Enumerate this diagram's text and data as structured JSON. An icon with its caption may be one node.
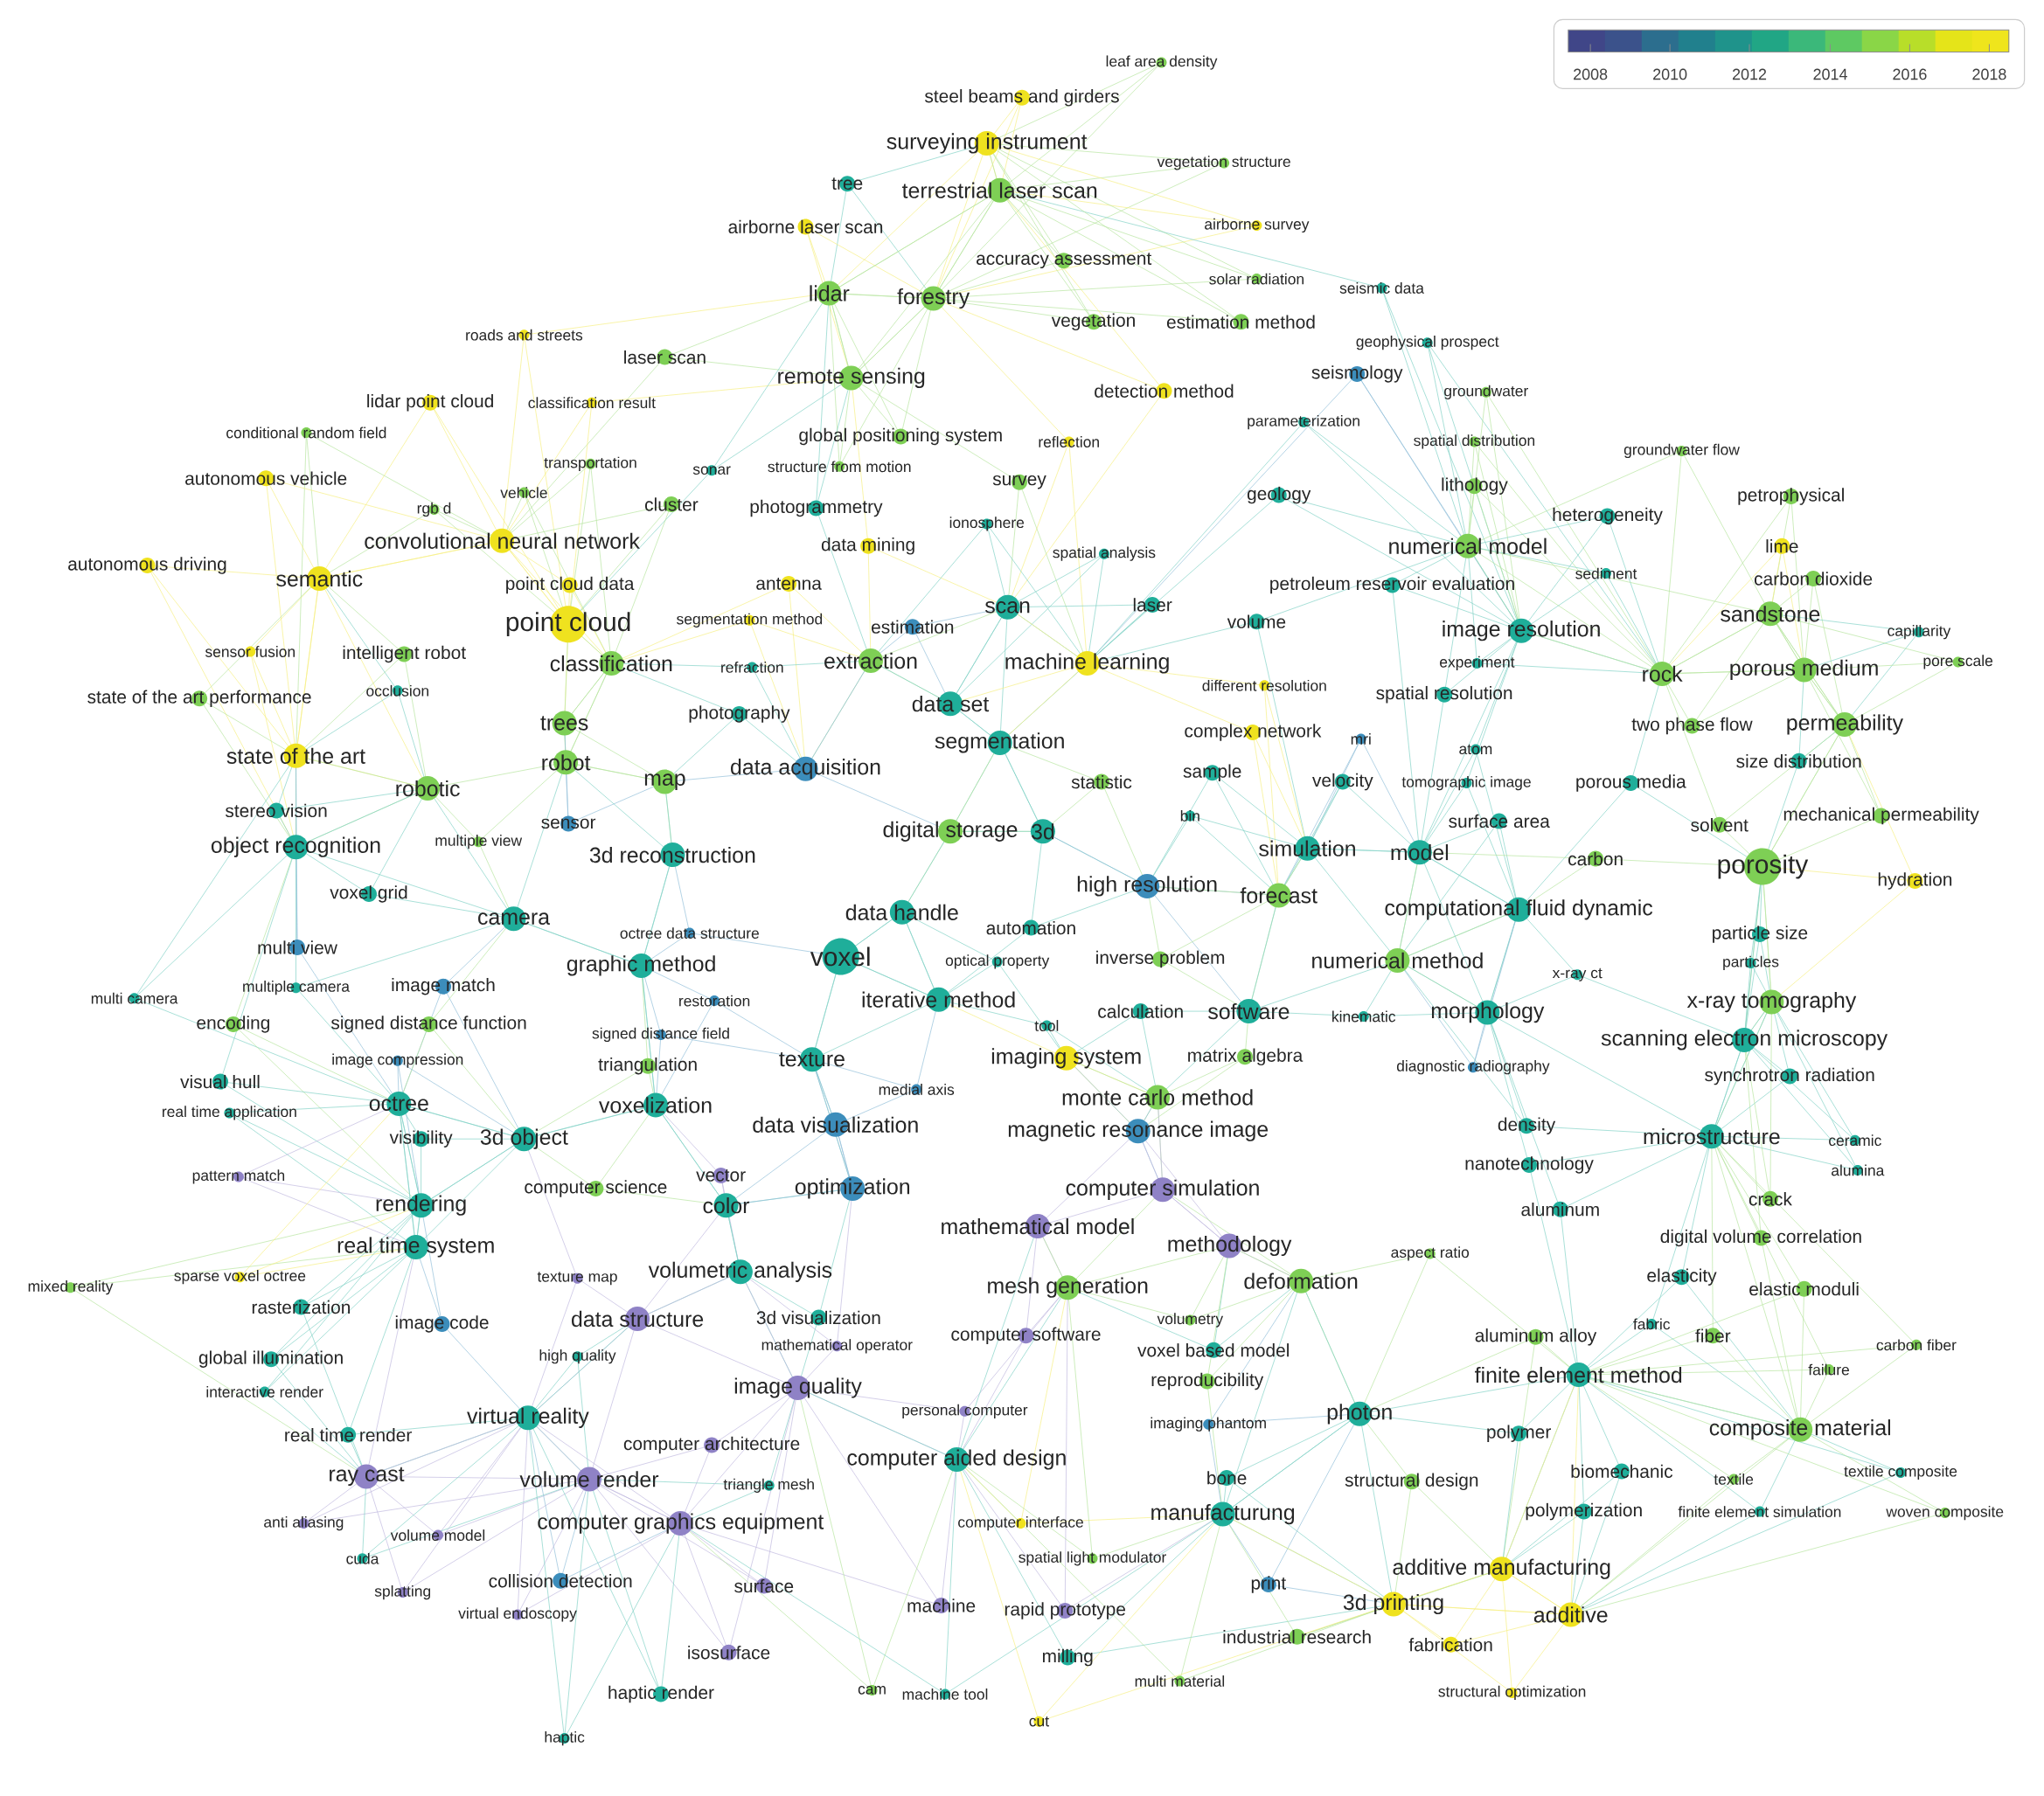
{
  "diagram": {
    "labels": [
      "leaf area density",
      "steel beams and girders",
      "surveying instrument",
      "vegetation structure",
      "tree",
      "terrestrial laser scan",
      "airborne laser scan",
      "airborne survey",
      "accuracy assessment",
      "lidar",
      "forestry",
      "solar radiation",
      "seismic data",
      "roads and streets",
      "laser scan",
      "vegetation",
      "estimation method",
      "geophysical prospect",
      "remote sensing",
      "detection method",
      "seismology",
      "groundwater",
      "lidar point cloud",
      "classification result",
      "conditional random field",
      "global positioning system",
      "reflection",
      "parameterization",
      "spatial distribution",
      "groundwater flow",
      "autonomous vehicle",
      "transportation",
      "sonar",
      "structure from motion",
      "survey",
      "lithology",
      "rgb d",
      "vehicle",
      "cluster",
      "photogrammetry",
      "geology",
      "heterogeneity",
      "petrophysical",
      "convolutional neural network",
      "data mining",
      "ionosphere",
      "spatial analysis",
      "numerical model",
      "lime",
      "autonomous driving",
      "semantic",
      "point cloud data",
      "antenna",
      "petroleum reservoir evaluation",
      "sediment",
      "carbon dioxide",
      "point cloud",
      "segmentation method",
      "estimation",
      "scan",
      "laser",
      "volume",
      "image resolution",
      "sandstone",
      "capillarity",
      "sensor fusion",
      "intelligent robot",
      "classification",
      "refraction",
      "extraction",
      "machine learning",
      "experiment",
      "rock",
      "porous medium",
      "pore scale",
      "state of the art performance",
      "occlusion",
      "photography",
      "data set",
      "different resolution",
      "spatial resolution",
      "trees",
      "segmentation",
      "complex network",
      "mri",
      "two phase flow",
      "permeability",
      "state of the art",
      "robotic",
      "robot",
      "map",
      "data acquisition",
      "statistic",
      "sample",
      "velocity",
      "tomographic image",
      "atom",
      "porous media",
      "size distribution",
      "stereo vision",
      "sensor",
      "bin",
      "surface area",
      "solvent",
      "mechanical permeability",
      "object recognition",
      "multiple view",
      "3d reconstruction",
      "digital storage",
      "3d",
      "simulation",
      "model",
      "carbon",
      "porosity",
      "voxel grid",
      "high resolution",
      "forecast",
      "hydration",
      "camera",
      "octree data structure",
      "data handle",
      "automation",
      "computational fluid dynamic",
      "multi view",
      "graphic method",
      "voxel",
      "optical property",
      "inverse problem",
      "numerical method",
      "x-ray ct",
      "particle size",
      "particles",
      "multi camera",
      "multiple camera",
      "image match",
      "restoration",
      "iterative method",
      "calculation",
      "software",
      "kinematic",
      "morphology",
      "x-ray tomography",
      "encoding",
      "signed distance function",
      "signed distance field",
      "tool",
      "scanning electron microscopy",
      "visual hull",
      "image compression",
      "triangulation",
      "texture",
      "imaging system",
      "matrix algebra",
      "diagnostic radiography",
      "synchrotron radiation",
      "real time application",
      "octree",
      "voxelization",
      "medial axis",
      "monte carlo method",
      "visibility",
      "3d object",
      "data visualization",
      "magnetic resonance image",
      "density",
      "microstructure",
      "ceramic",
      "pattern match",
      "vector",
      "nanotechnology",
      "alumina",
      "rendering",
      "computer science",
      "color",
      "optimization",
      "computer simulation",
      "aluminum",
      "crack",
      "real time system",
      "mathematical model",
      "methodology",
      "aspect ratio",
      "digital volume correlation",
      "mixed reality",
      "sparse voxel octree",
      "texture map",
      "volumetric analysis",
      "mesh generation",
      "deformation",
      "elasticity",
      "elastic moduli",
      "rasterization",
      "image code",
      "data structure",
      "3d visualization",
      "computer software",
      "volumetry",
      "aluminum alloy",
      "fabric",
      "fiber",
      "global illumination",
      "high quality",
      "mathematical operator",
      "voxel based model",
      "finite element method",
      "failure",
      "carbon fiber",
      "interactive render",
      "image quality",
      "reproducibility",
      "real time render",
      "virtual reality",
      "computer architecture",
      "personal computer",
      "imaging phantom",
      "photon",
      "polymer",
      "composite material",
      "ray cast",
      "volume render",
      "triangle mesh",
      "computer aided design",
      "bone",
      "structural design",
      "biomechanic",
      "textile",
      "textile composite",
      "anti aliasing",
      "volume model",
      "computer graphics equipment",
      "computer interface",
      "manufacturung",
      "polymerization",
      "finite element simulation",
      "woven composite",
      "cuda",
      "splatting",
      "collision detection",
      "surface",
      "spatial light modulator",
      "print",
      "additive manufacturing",
      "virtual endoscopy",
      "machine",
      "rapid prototype",
      "3d printing",
      "additive",
      "isosurface",
      "milling",
      "industrial research",
      "fabrication",
      "haptic render",
      "cam",
      "machine tool",
      "multi material",
      "structural optimization",
      "haptic",
      "cut",
      "2008",
      "2010",
      "2012",
      "2014",
      "2016",
      "2018"
    ]
  }
}
